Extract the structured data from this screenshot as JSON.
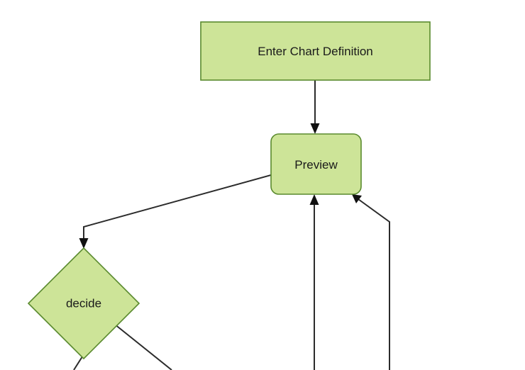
{
  "diagram": {
    "type": "flowchart",
    "direction": "top-down",
    "background_color": "#ffffff",
    "node_fill_color": "#cde498",
    "node_stroke_color": "#5a8a2e",
    "edge_color": "#2b2b2b",
    "text_color": "#1a1a1a",
    "nodes": [
      {
        "id": "enter-chart-definition",
        "label": "Enter Chart Definition",
        "shape": "rectangle"
      },
      {
        "id": "preview",
        "label": "Preview",
        "shape": "rounded-rectangle"
      },
      {
        "id": "decide",
        "label": "decide",
        "shape": "diamond"
      }
    ],
    "edges": [
      {
        "id": "edge-enter-to-preview",
        "from": "enter-chart-definition",
        "to": "preview",
        "label": "",
        "arrow": "to"
      },
      {
        "id": "edge-preview-to-decide",
        "from": "preview",
        "to": "decide",
        "label": "",
        "arrow": "to"
      },
      {
        "id": "edge-center-into-preview",
        "from": "offscreen-bottom-center",
        "to": "preview",
        "label": "",
        "arrow": "to"
      },
      {
        "id": "edge-right-into-preview",
        "from": "offscreen-bottom-right",
        "to": "preview",
        "label": "",
        "arrow": "to"
      },
      {
        "id": "edge-decide-bottom-left",
        "from": "decide",
        "to": "offscreen-bottom-left",
        "label": "",
        "arrow": "none"
      },
      {
        "id": "edge-decide-bottom-right",
        "from": "decide",
        "to": "offscreen-bottom-right-lower",
        "label": "",
        "arrow": "none"
      }
    ]
  }
}
